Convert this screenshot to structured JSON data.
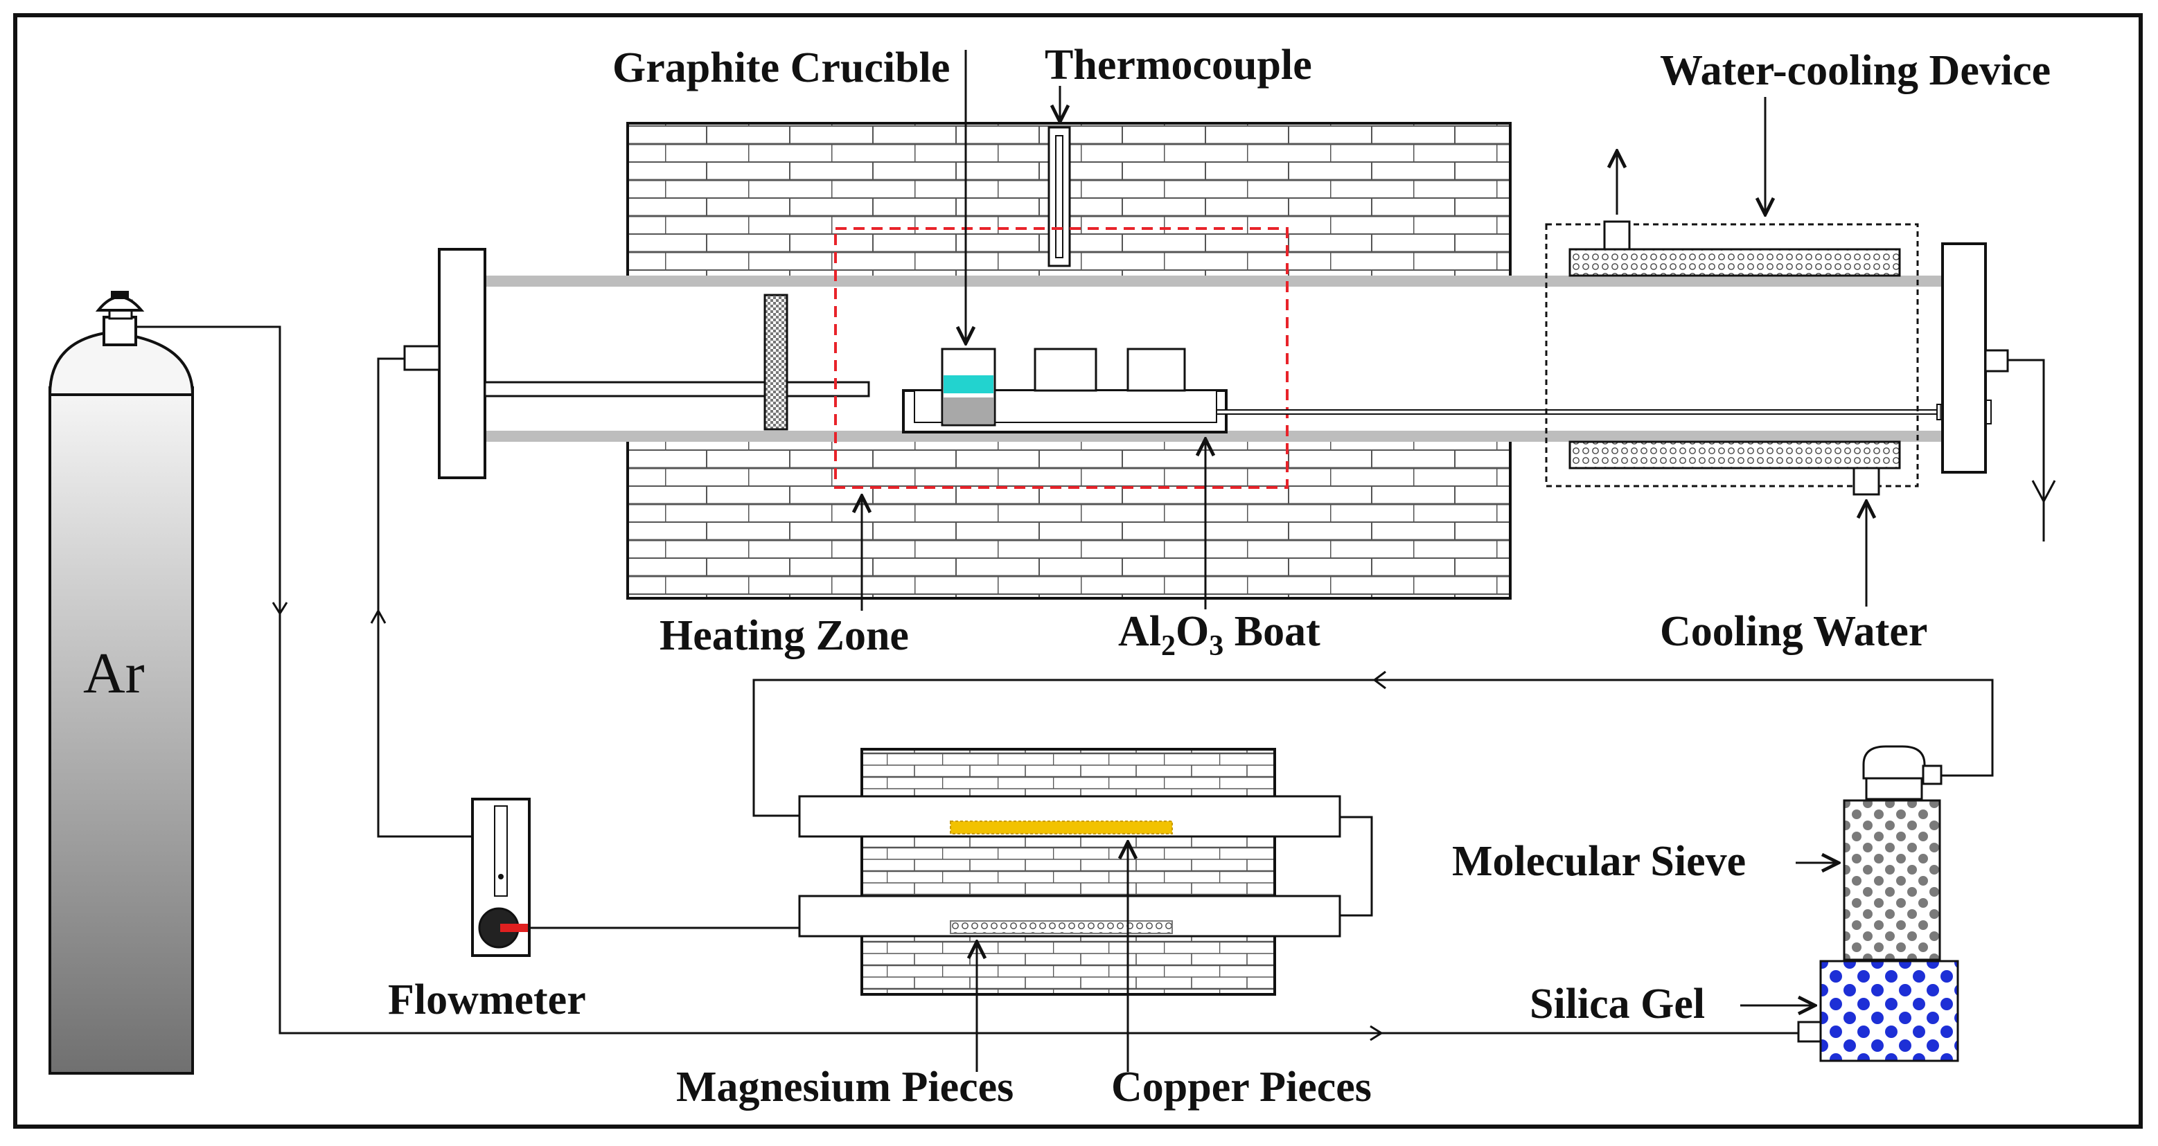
{
  "labels": {
    "graphite_crucible": "Graphite Crucible",
    "thermocouple": "Thermocouple",
    "water_cooling_device": "Water-cooling Device",
    "heating_zone": "Heating Zone",
    "boat_prefix": "Al",
    "boat_sub1": "2",
    "boat_mid": "O",
    "boat_sub2": "3",
    "boat_suffix": " Boat",
    "cooling_water": "Cooling Water",
    "gas_cylinder": "Ar",
    "flowmeter": "Flowmeter",
    "molecular_sieve": "Molecular Sieve",
    "silica_gel": "Silica Gel",
    "magnesium_pieces": "Magnesium Pieces",
    "copper_pieces": "Copper Pieces"
  },
  "colors": {
    "outline": "#111111",
    "heating_zone_border": "#e8232a",
    "crucible_band": "#22d3cf",
    "crucible_bottom": "#a8a8a8",
    "tube_wall": "#bdbdbd",
    "copper_pieces": "#f2c200",
    "silica_gel": "#1d2fd6",
    "molecular_sieve": "#7a7a7a",
    "flowmeter_handle": "#e02020",
    "cylinder_light": "#f6f6f6",
    "cylinder_dark": "#707070"
  }
}
